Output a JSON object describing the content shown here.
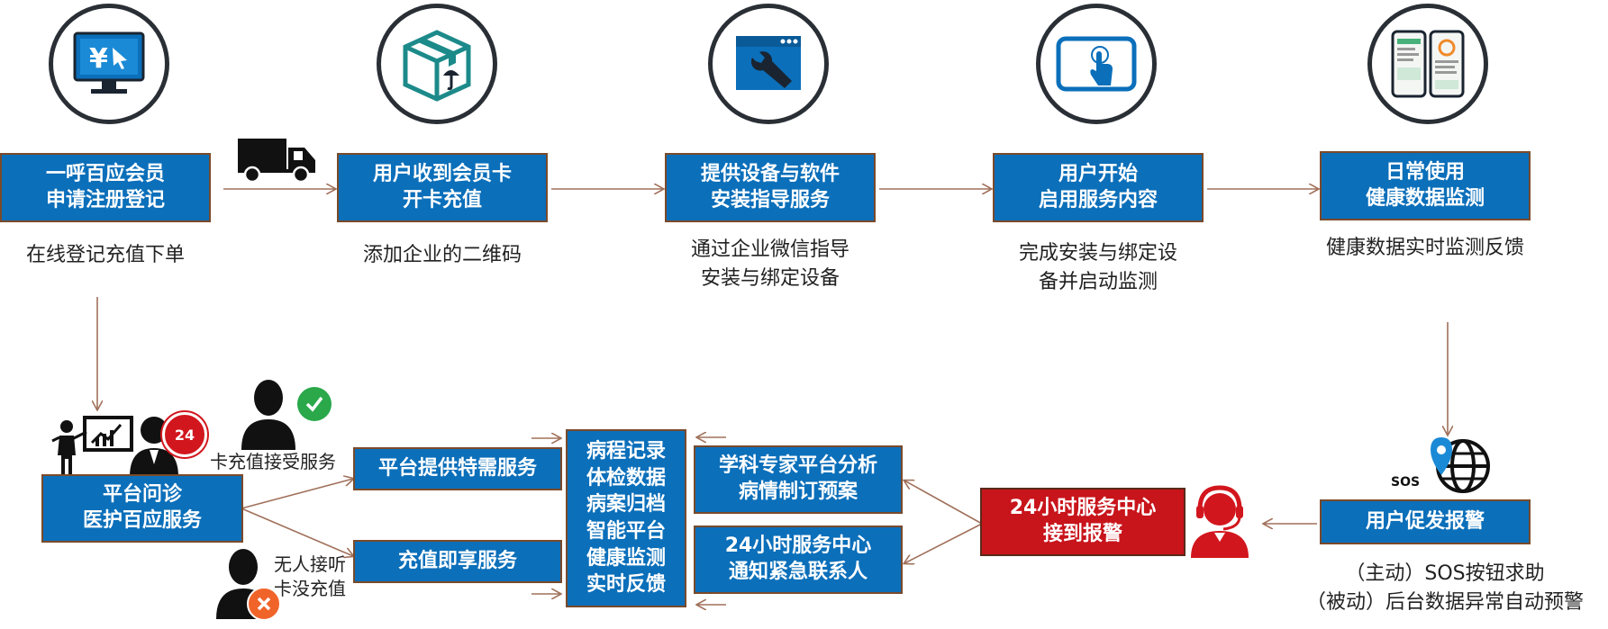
{
  "top_flow": [
    {
      "box": "一呼百应会员\n申请注册登记",
      "caption": "在线登记充值下单",
      "icon": "monitor-yen-icon"
    },
    {
      "box": "用户收到会员卡\n开卡充值",
      "caption": "添加企业的二维码",
      "icon": "package-icon"
    },
    {
      "box": "提供设备与软件\n安装指导服务",
      "caption": "通过企业微信指导\n安装与绑定设备",
      "icon": "settings-window-icon"
    },
    {
      "box": "用户开始\n启用服务内容",
      "caption": "完成安装与绑定设\n备并启动监测",
      "icon": "tablet-touch-icon"
    },
    {
      "box": "日常使用\n健康数据监测",
      "caption": "健康数据实时监测反馈",
      "icon": "phone-screens-icon"
    }
  ],
  "bottom": {
    "consult_box": "平台问诊\n医护百应服务",
    "special_service_box": "平台提供特需服务",
    "recharge_service_box": "充值即享服务",
    "accept_label": "卡充值接受服务",
    "reject_label": "无人接听\n卡没充值",
    "records_box": "病程记录\n体检数据\n病案归档\n智能平台\n健康监测\n实时反馈",
    "expert_box": "学科专家平台分析\n病情制订预案",
    "notify_box": "24小时服务中心\n通知紧急联系人",
    "center_box": "24小时服务中心\n接到报警",
    "alarm_box": "用户促发报警",
    "alarm_caption": "（主动）SOS按钮求助\n（被动）后台数据异常自动预警",
    "sos_text": "SOS",
    "badge_24": "24"
  },
  "colors": {
    "box_blue": "#0b6fba",
    "box_red": "#c8141b",
    "arrow": "#a0705a",
    "check_green": "#2aa84a",
    "cross_orange": "#f0642a"
  }
}
